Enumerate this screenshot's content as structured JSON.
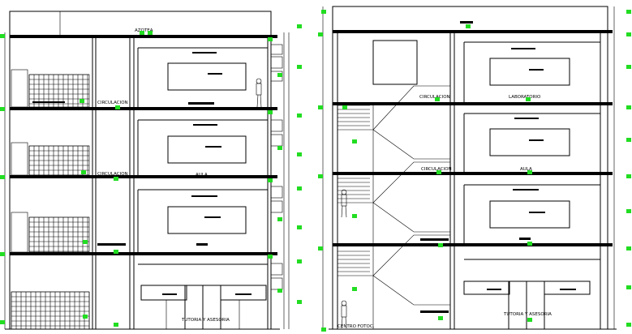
{
  "colors": {
    "line": "#000000",
    "marker": "#22dd22",
    "background": "#ffffff"
  },
  "left_section": {
    "labels": {
      "roof": "AZOTEA",
      "circulation_upper": "CIRCULACION",
      "circulation_mid": "CIRCULACION",
      "classroom": "AULA",
      "tutoring": "TUTORIA Y ASESORIA"
    }
  },
  "right_section": {
    "labels": {
      "circulation_upper": "CIRCULACION",
      "circulation_mid": "CIRCULACION",
      "laboratory": "LABORATORIO",
      "classroom": "AULA",
      "tutoring": "TUTORIA Y ASESORIA",
      "photo_center": "CENTRO FOTOC."
    }
  }
}
